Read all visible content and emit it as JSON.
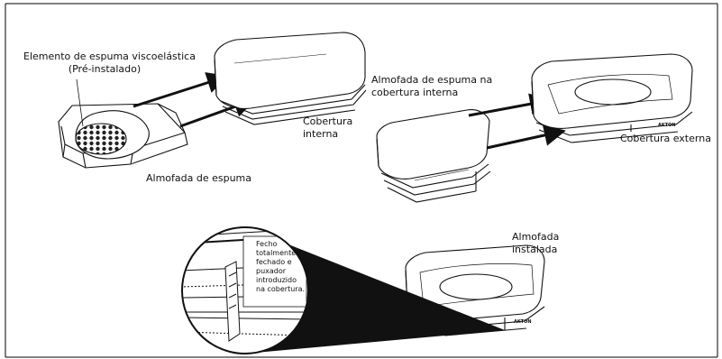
{
  "labels": {
    "viscoelastic_element": "Elemento de espuma viscoelástica",
    "preinstalled": "(Pré-instalado)",
    "foam_cushion": "Almofada de espuma",
    "inner_cover_line1": "Cobertura",
    "inner_cover_line2": "interna",
    "cushion_in_inner_line1": "Almofada de espuma na",
    "cushion_in_inner_line2": "cobertura interna",
    "outer_cover": "Cobertura externa",
    "installed_line1": "Almofada",
    "installed_line2": "instalada",
    "zip_note": [
      "Fecho",
      "totalmente",
      "fechado e",
      "puxador",
      "introduzido",
      "na cobertura."
    ]
  },
  "colors": {
    "line": "#111111",
    "frame": "#000000",
    "callout_fill": "#111111"
  }
}
